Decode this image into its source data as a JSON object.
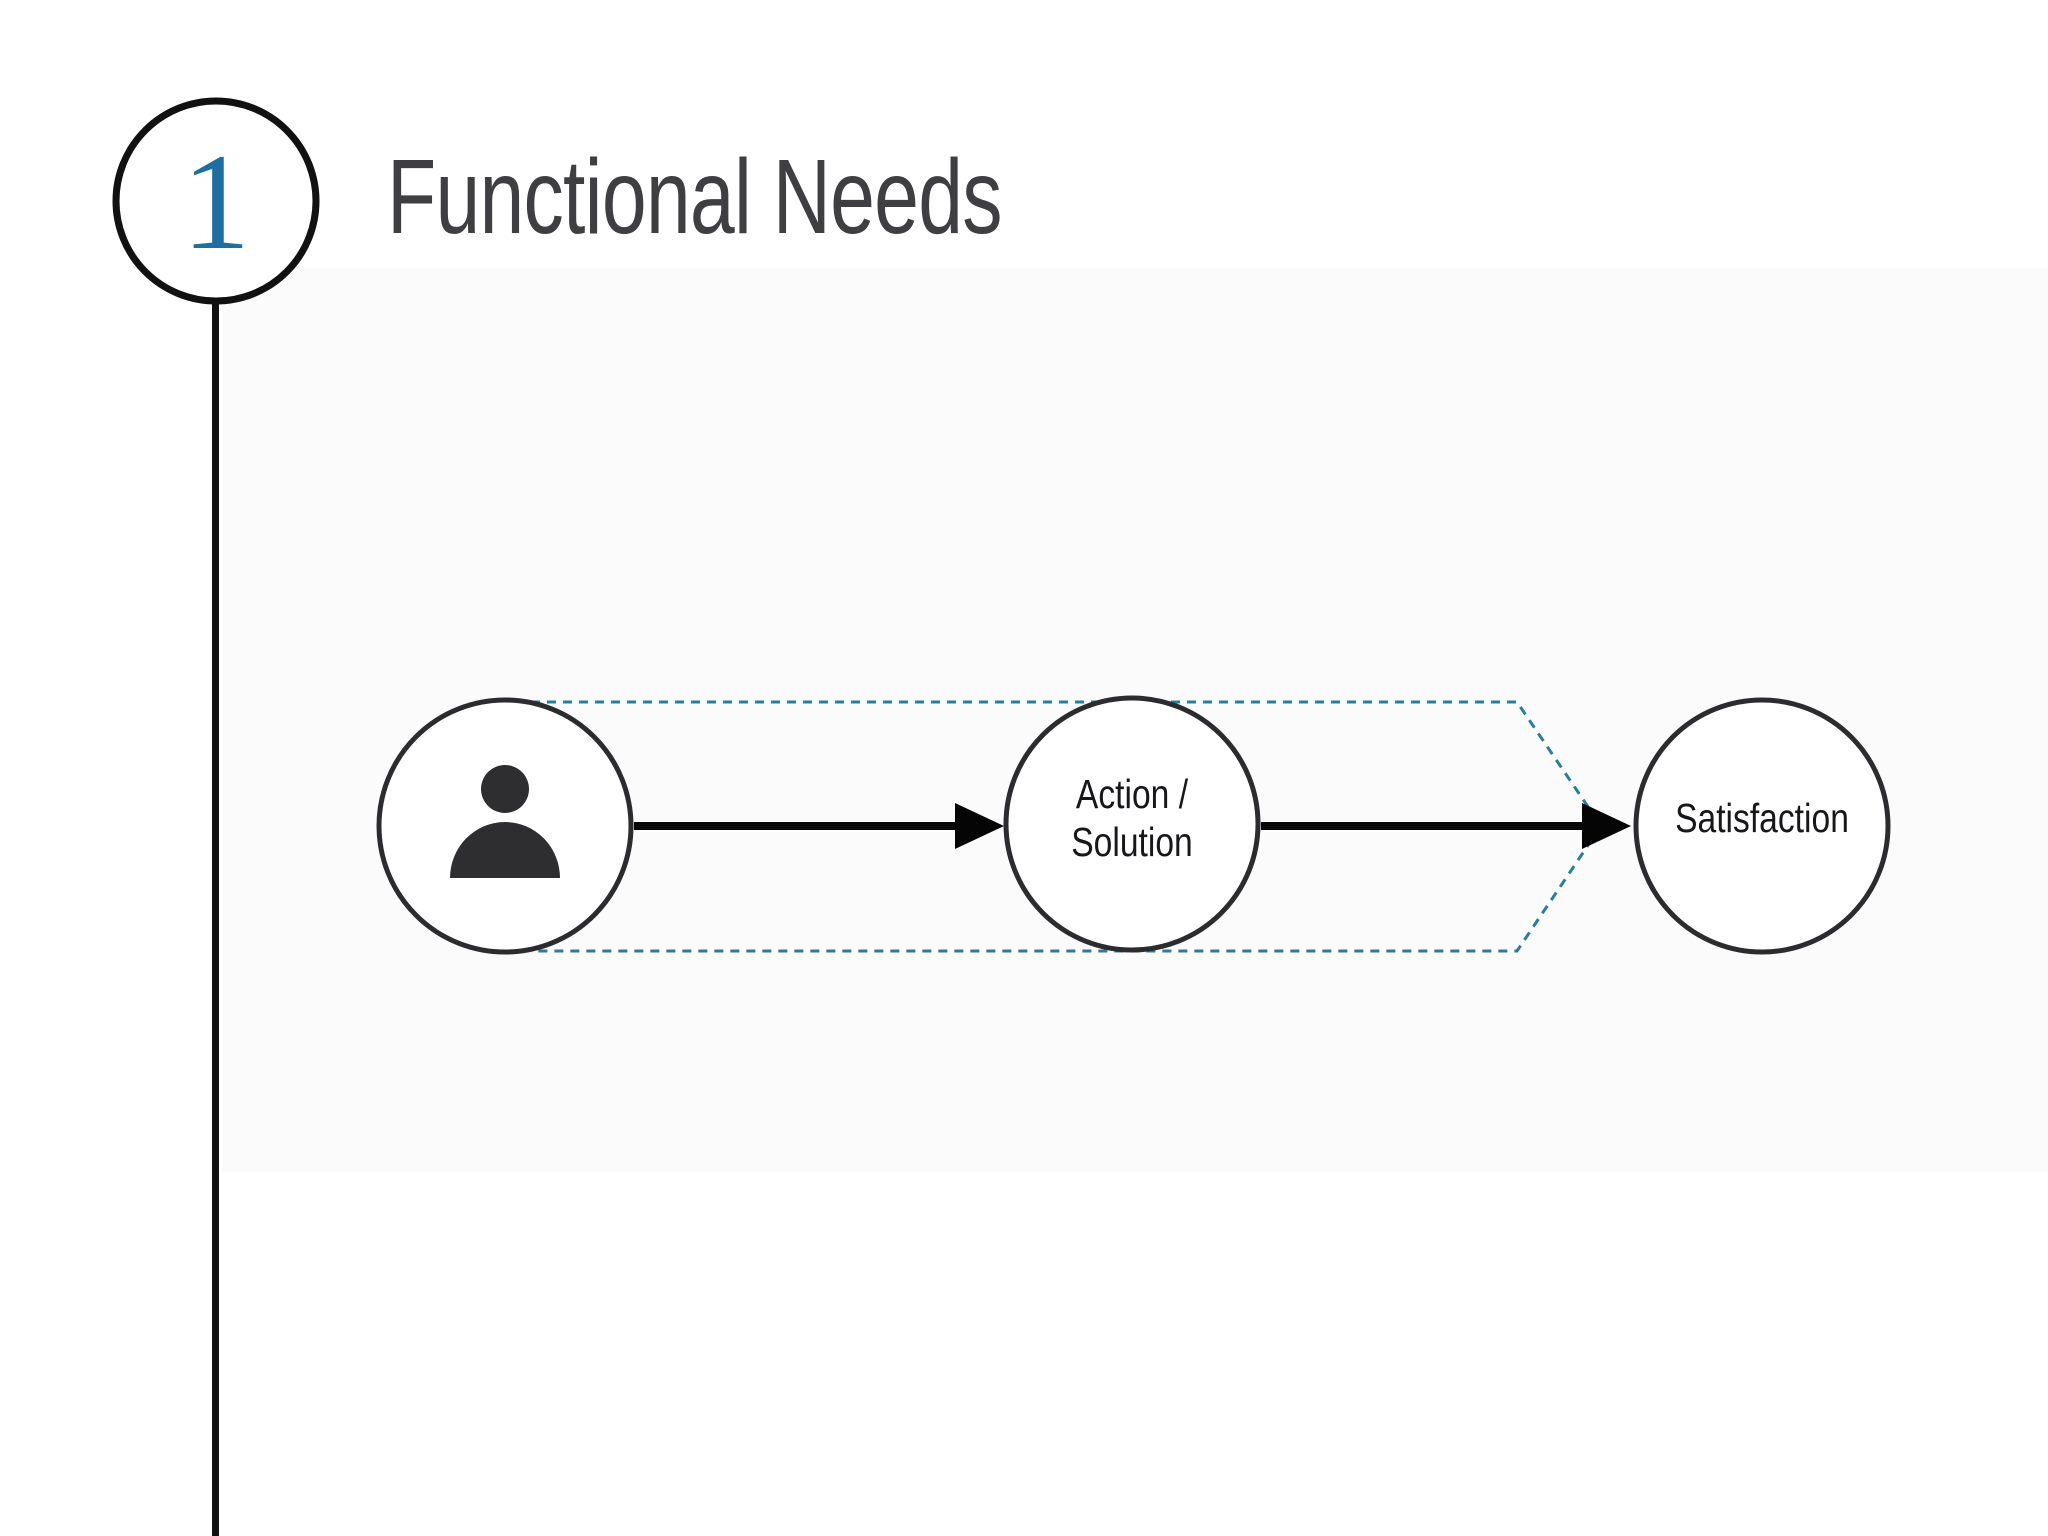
{
  "step": {
    "number": "1",
    "title": "Functional Needs"
  },
  "diagram": {
    "nodes": [
      {
        "id": "user",
        "icon": "person-icon",
        "label": ""
      },
      {
        "id": "action-solution",
        "label": "Action / Solution",
        "label_lines": [
          "Action /",
          "Solution"
        ]
      },
      {
        "id": "satisfaction",
        "label": "Satisfaction"
      }
    ],
    "connectors": [
      {
        "from": "user",
        "to": "action-solution",
        "style": "solid-arrow"
      },
      {
        "from": "action-solution",
        "to": "satisfaction",
        "style": "dotted-chevron-and-solid-arrow"
      }
    ],
    "outline": {
      "shape": "chevron-arrow",
      "style": "dotted"
    }
  },
  "colors": {
    "step_number_blue": "#1e6f9f",
    "dotted_outline_teal": "#2a7d9b",
    "title_gray": "#3f3f41",
    "node_stroke_dark": "#2c2c2e",
    "person_icon_dark": "#2e2e30",
    "arrow_black": "#050505",
    "background_white": "#ffffff"
  }
}
